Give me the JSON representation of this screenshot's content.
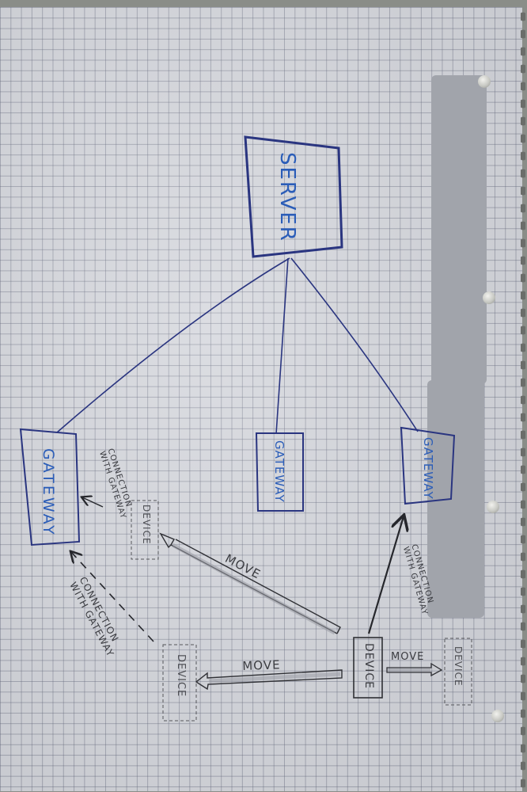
{
  "diagram": {
    "type": "network-topology-sketch",
    "medium": "hand-drawn on grid paper",
    "nodes": {
      "server": {
        "label": "SERVER"
      },
      "gateway_left": {
        "label": "GATEWAY"
      },
      "gateway_center": {
        "label": "GATEWAY"
      },
      "gateway_right": {
        "label": "GATEWAY"
      },
      "device_current": {
        "label": "DEVICE"
      },
      "device_ghost_upper_left": {
        "label": "DEVICE"
      },
      "device_ghost_lower_left": {
        "label": "DEVICE"
      },
      "device_ghost_right": {
        "label": "DEVICE"
      }
    },
    "edges": {
      "server_gateway_left": {
        "from": "SERVER",
        "to": "GATEWAY (left)",
        "style": "solid"
      },
      "server_gateway_center": {
        "from": "SERVER",
        "to": "GATEWAY (center)",
        "style": "solid"
      },
      "server_gateway_right": {
        "from": "SERVER",
        "to": "GATEWAY (right)",
        "style": "solid"
      },
      "move_upper_left": {
        "label": "MOVE",
        "from": "DEVICE",
        "to": "DEVICE (upper-left)",
        "style": "hollow-arrow"
      },
      "move_left": {
        "label": "MOVE",
        "from": "DEVICE",
        "to": "DEVICE (lower-left)",
        "style": "hollow-arrow"
      },
      "move_right": {
        "label": "MOVE",
        "from": "DEVICE",
        "to": "DEVICE (right)",
        "style": "hollow-arrow"
      },
      "conn_current": {
        "label_line1": "CONNECTION",
        "label_line2": "WITH GATEWAY",
        "from": "DEVICE",
        "to": "GATEWAY (right)",
        "style": "solid-arrow"
      },
      "conn_upper_left": {
        "label_line1": "CONNECTION",
        "label_line2": "WITH GATEWAY",
        "from": "DEVICE (upper-left)",
        "to": "GATEWAY (left)",
        "style": "dashed-arrow"
      },
      "conn_lower_left": {
        "label_line1": "CONNECTION",
        "label_line2": "WITH GATEWAY",
        "from": "DEVICE (lower-left)",
        "to": "GATEWAY (left)",
        "style": "dashed-arrow"
      }
    }
  },
  "colors": {
    "paper": "#d4d6dc",
    "grid": "#5f6478",
    "pen_box": "#2a3580",
    "pen_text_blue": "#2b5db8",
    "pencil": "#3a3b40",
    "redaction": "#a1a4ab"
  }
}
